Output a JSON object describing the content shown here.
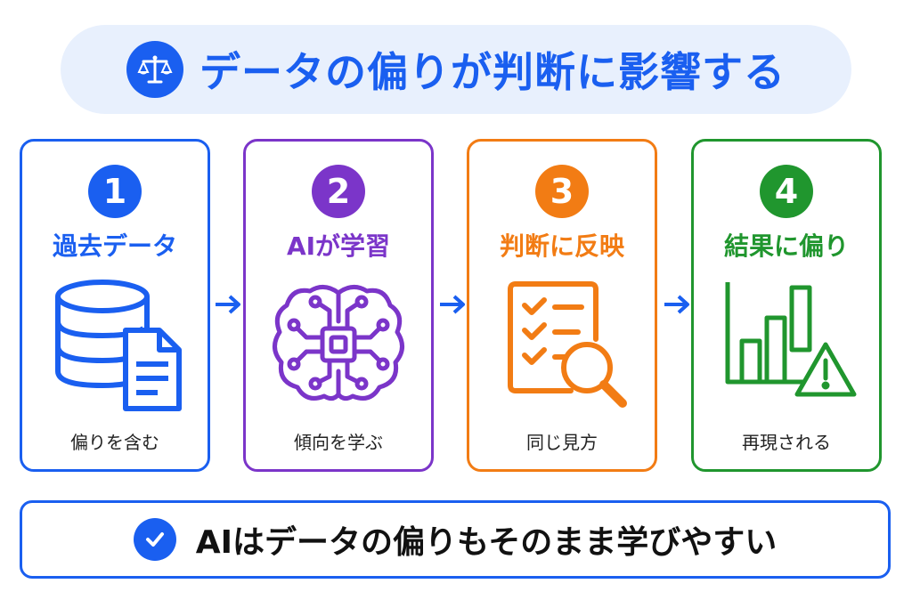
{
  "title": {
    "text": "データの偏りが判断に影響する",
    "icon": "scale-icon"
  },
  "steps": [
    {
      "number": "1",
      "title": "過去データ",
      "subtitle": "偏りを含む",
      "icon": "database-document-icon",
      "color": "#1a5ff0"
    },
    {
      "number": "2",
      "title": "AIが学習",
      "subtitle": "傾向を学ぶ",
      "icon": "brain-chip-icon",
      "color": "#7b35c9"
    },
    {
      "number": "3",
      "title": "判断に反映",
      "subtitle": "同じ見方",
      "icon": "checklist-magnifier-icon",
      "color": "#f27c14"
    },
    {
      "number": "4",
      "title": "結果に偏り",
      "subtitle": "再現される",
      "icon": "bar-chart-warning-icon",
      "color": "#20962e"
    }
  ],
  "arrow_color": "#1a5ff0",
  "conclusion": {
    "text": "AIはデータの偏りもそのまま学びやすい",
    "icon": "check-circle-icon"
  }
}
